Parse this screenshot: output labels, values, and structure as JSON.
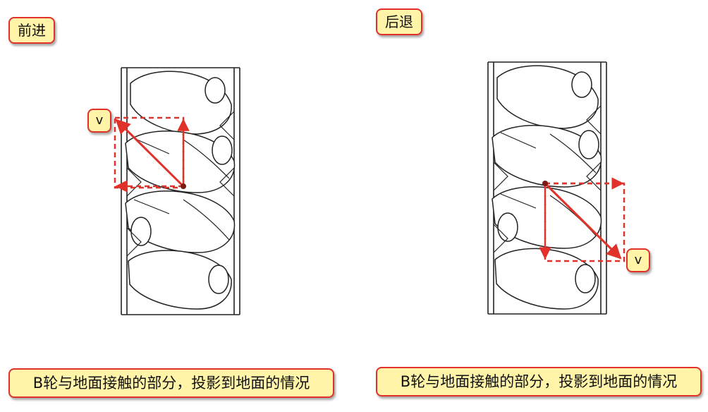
{
  "left_panel": {
    "title": "前进",
    "vector_label": "v",
    "caption": "B轮与地面接触的部分，投影到地面的情况"
  },
  "right_panel": {
    "title": "后退",
    "vector_label": "v",
    "caption": "B轮与地面接触的部分，投影到地面的情况"
  },
  "colors": {
    "label_fill": "#fff4a8",
    "label_border": "#e0322a",
    "vector": "#e0322a",
    "wheel_outline": "#222222"
  }
}
